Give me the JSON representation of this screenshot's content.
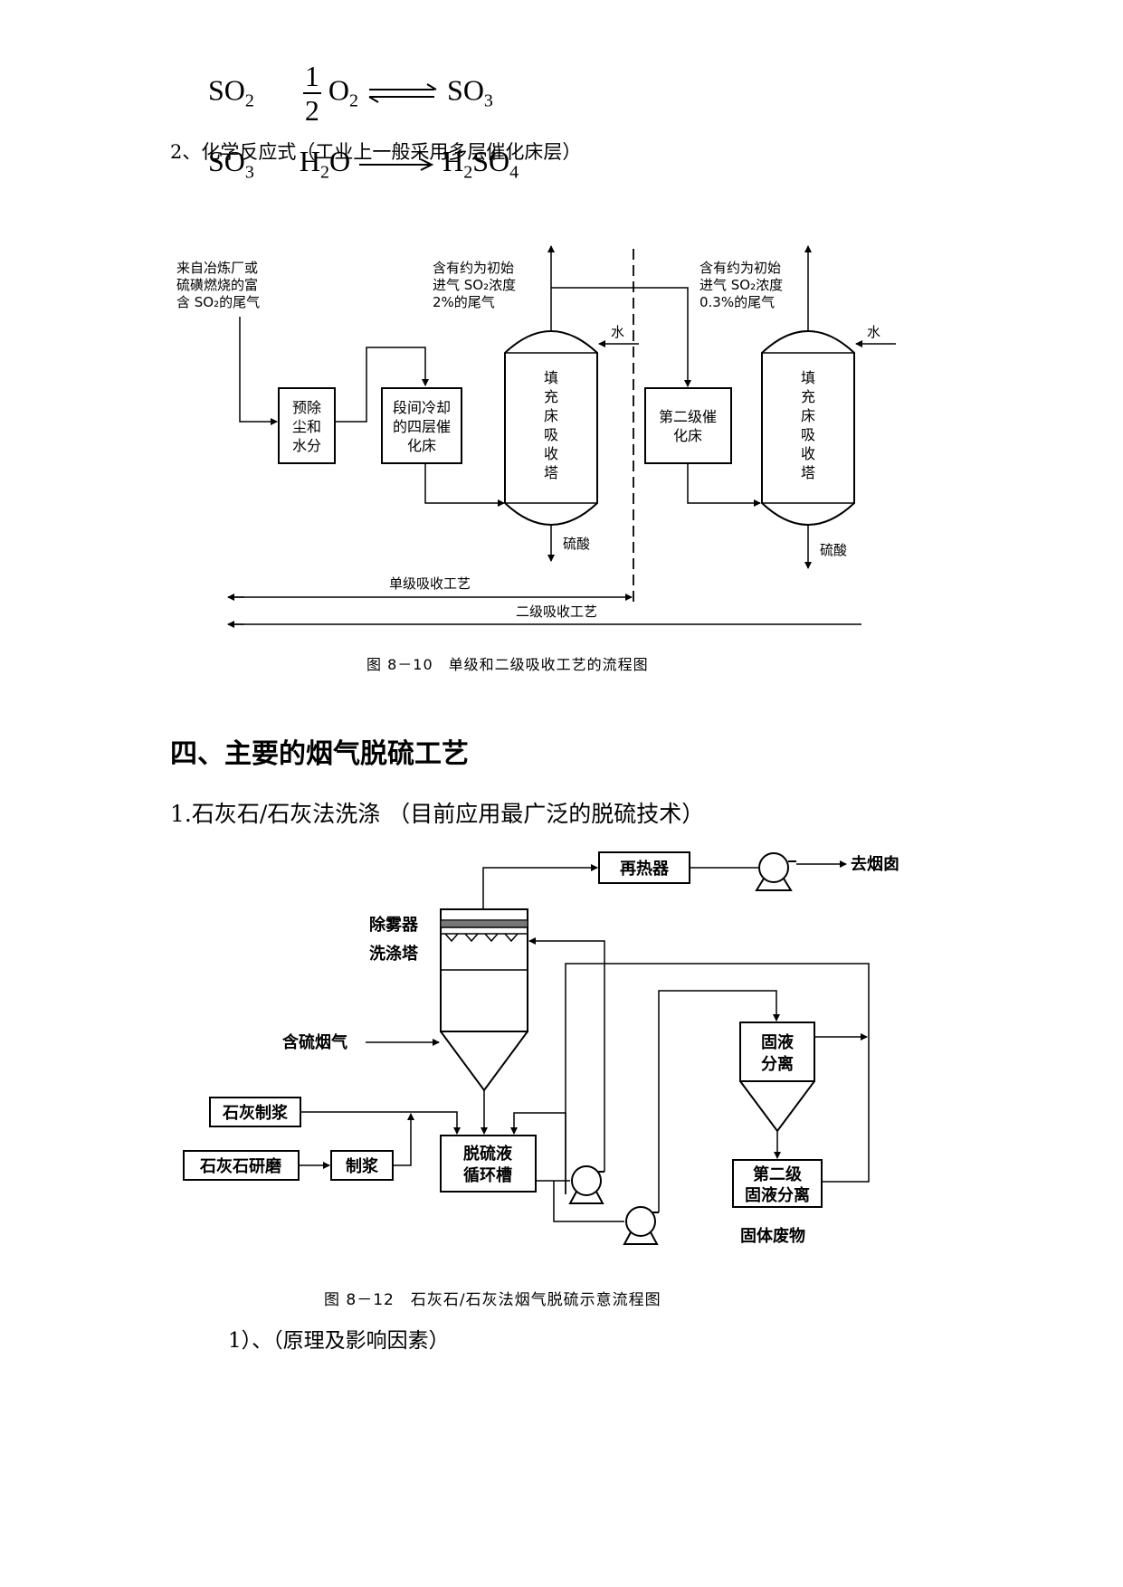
{
  "equations": {
    "eq1": {
      "reactant1": "SO",
      "reactant1_sub": "2",
      "frac_num": "1",
      "frac_den": "2",
      "reactant2": "O",
      "reactant2_sub": "2",
      "product": "SO",
      "product_sub": "3"
    },
    "eq2": {
      "reactant1": "SO",
      "reactant1_sub": "3",
      "reactant2": "H",
      "reactant2_sub": "2",
      "reactant2_tail": "O",
      "product": "H",
      "product_sub": "2",
      "product_mid": "SO",
      "product_sub2": "4"
    }
  },
  "section2_line": "2、化学反应式（工业上一般采用多层催化床层）",
  "figure1": {
    "source_label": [
      "来自冶炼厂或",
      "硫磺燃烧的富",
      "含 SO₂的尾气"
    ],
    "box_pre": [
      "预除",
      "尘和",
      "水分"
    ],
    "box_catalyst": [
      "段间冷却",
      "的四层催",
      "化床"
    ],
    "tower1": [
      "填",
      "充",
      "床",
      "吸",
      "收",
      "塔"
    ],
    "tail1": [
      "含有约为初始",
      "进气 SO₂浓度",
      "2%的尾气"
    ],
    "water1": "水",
    "acid1": "硫酸",
    "box_stage2": [
      "第二级催",
      "化床"
    ],
    "tail2": [
      "含有约为初始",
      "进气 SO₂浓度",
      "0.3%的尾气"
    ],
    "tower2": [
      "填",
      "充",
      "床",
      "吸",
      "收",
      "塔"
    ],
    "water2": "水",
    "acid2": "硫酸",
    "span1": "单级吸收工艺",
    "span2": "二级吸收工艺",
    "caption": "图 8－10　单级和二级吸收工艺的流程图"
  },
  "section4_heading": "四、主要的烟气脱硫工艺",
  "item1": "1.石灰石/石灰法洗涤 （目前应用最广泛的脱硫技术）",
  "figure2": {
    "reheater": "再热器",
    "to_chimney": "去烟囱",
    "demister": "除雾器",
    "scrubber": "洗涤塔",
    "flue_gas_in": "含硫烟气",
    "lime_slurry": "石灰制浆",
    "limestone_grind": "石灰石研磨",
    "slurry": "制浆",
    "circ_tank": [
      "脱硫液",
      "循环槽"
    ],
    "separator1": [
      "固液",
      "分离"
    ],
    "separator2": [
      "第二级",
      "固液分离"
    ],
    "solid_waste": "固体废物",
    "caption": "图 8－12　石灰石/石灰法烟气脱硫示意流程图"
  },
  "subitem1": "1）、（原理及影响因素）"
}
